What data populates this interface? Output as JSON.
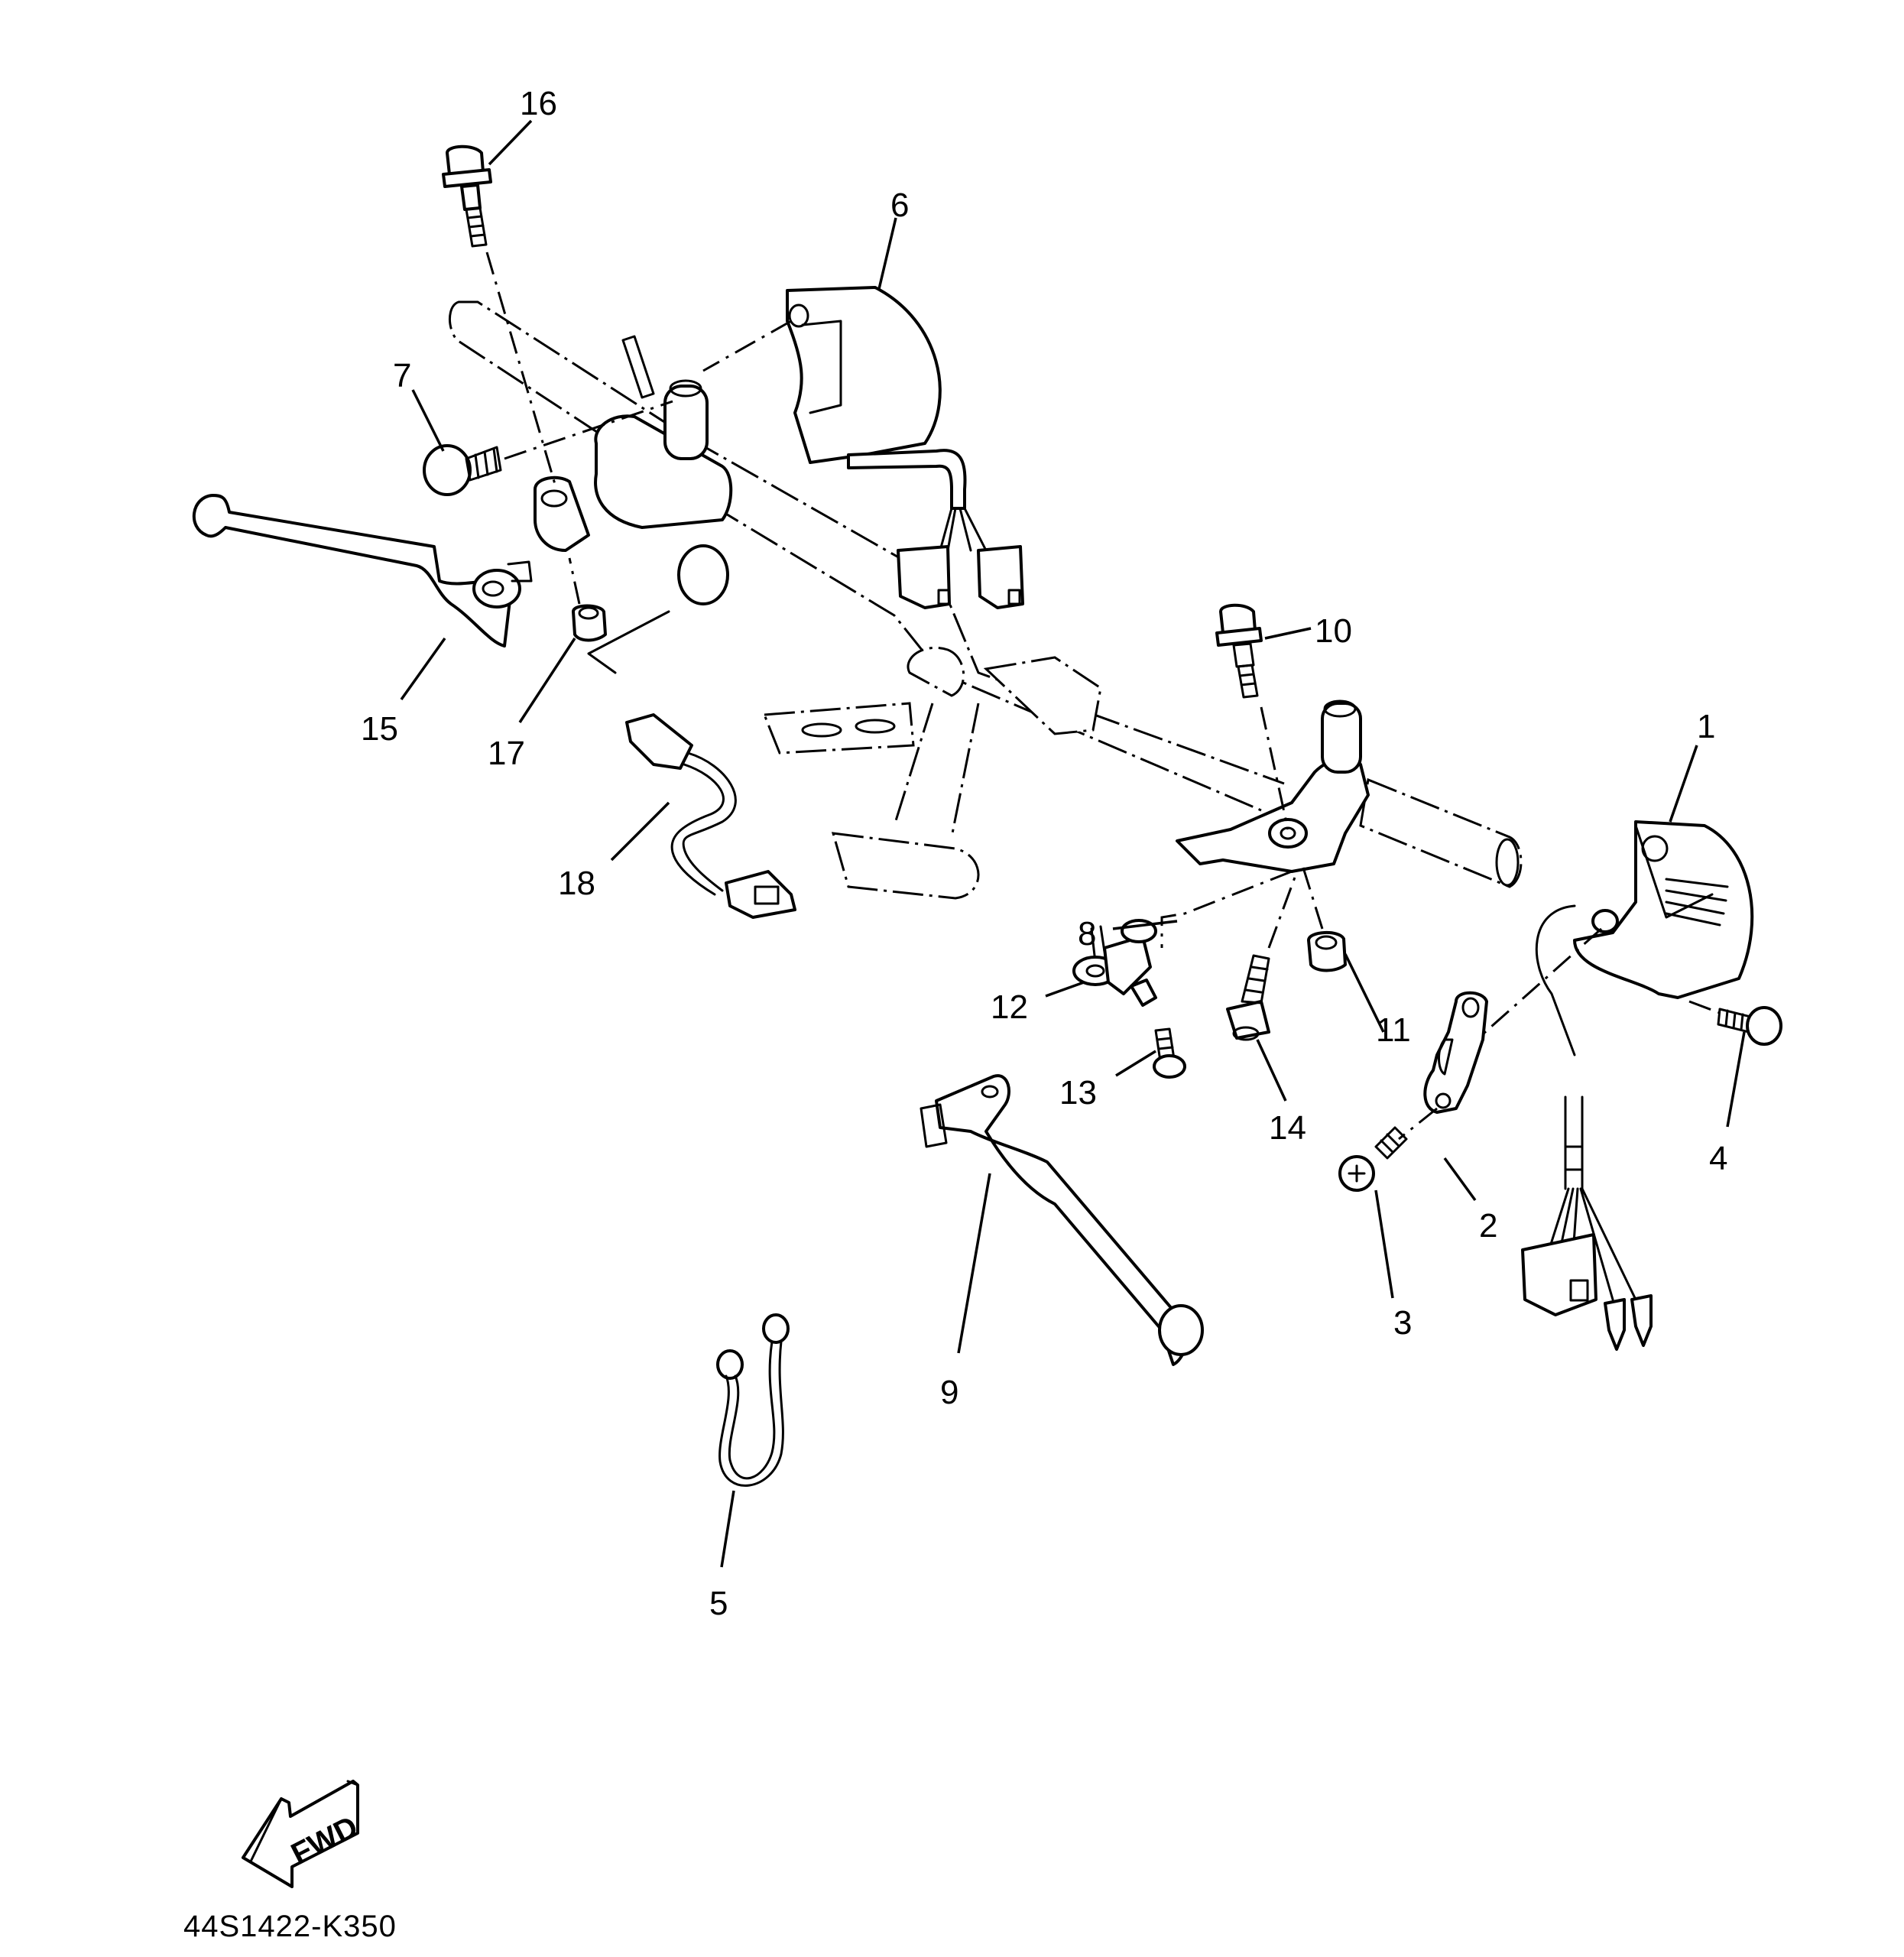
{
  "diagram": {
    "callouts": [
      {
        "id": "1",
        "label": "1"
      },
      {
        "id": "2",
        "label": "2"
      },
      {
        "id": "3",
        "label": "3"
      },
      {
        "id": "4",
        "label": "4"
      },
      {
        "id": "5",
        "label": "5"
      },
      {
        "id": "6",
        "label": "6"
      },
      {
        "id": "7",
        "label": "7"
      },
      {
        "id": "8",
        "label": "8"
      },
      {
        "id": "9",
        "label": "9"
      },
      {
        "id": "10",
        "label": "10"
      },
      {
        "id": "11",
        "label": "11"
      },
      {
        "id": "12",
        "label": "12"
      },
      {
        "id": "13",
        "label": "13"
      },
      {
        "id": "14",
        "label": "14"
      },
      {
        "id": "15",
        "label": "15"
      },
      {
        "id": "16",
        "label": "16"
      },
      {
        "id": "17",
        "label": "17"
      },
      {
        "id": "18",
        "label": "18"
      }
    ],
    "direction_indicator": {
      "label": "FWD",
      "icon": "fwd-arrow-icon"
    },
    "drawing_code": "44S1422-K350",
    "line_color": "#000000",
    "background": "#ffffff"
  }
}
